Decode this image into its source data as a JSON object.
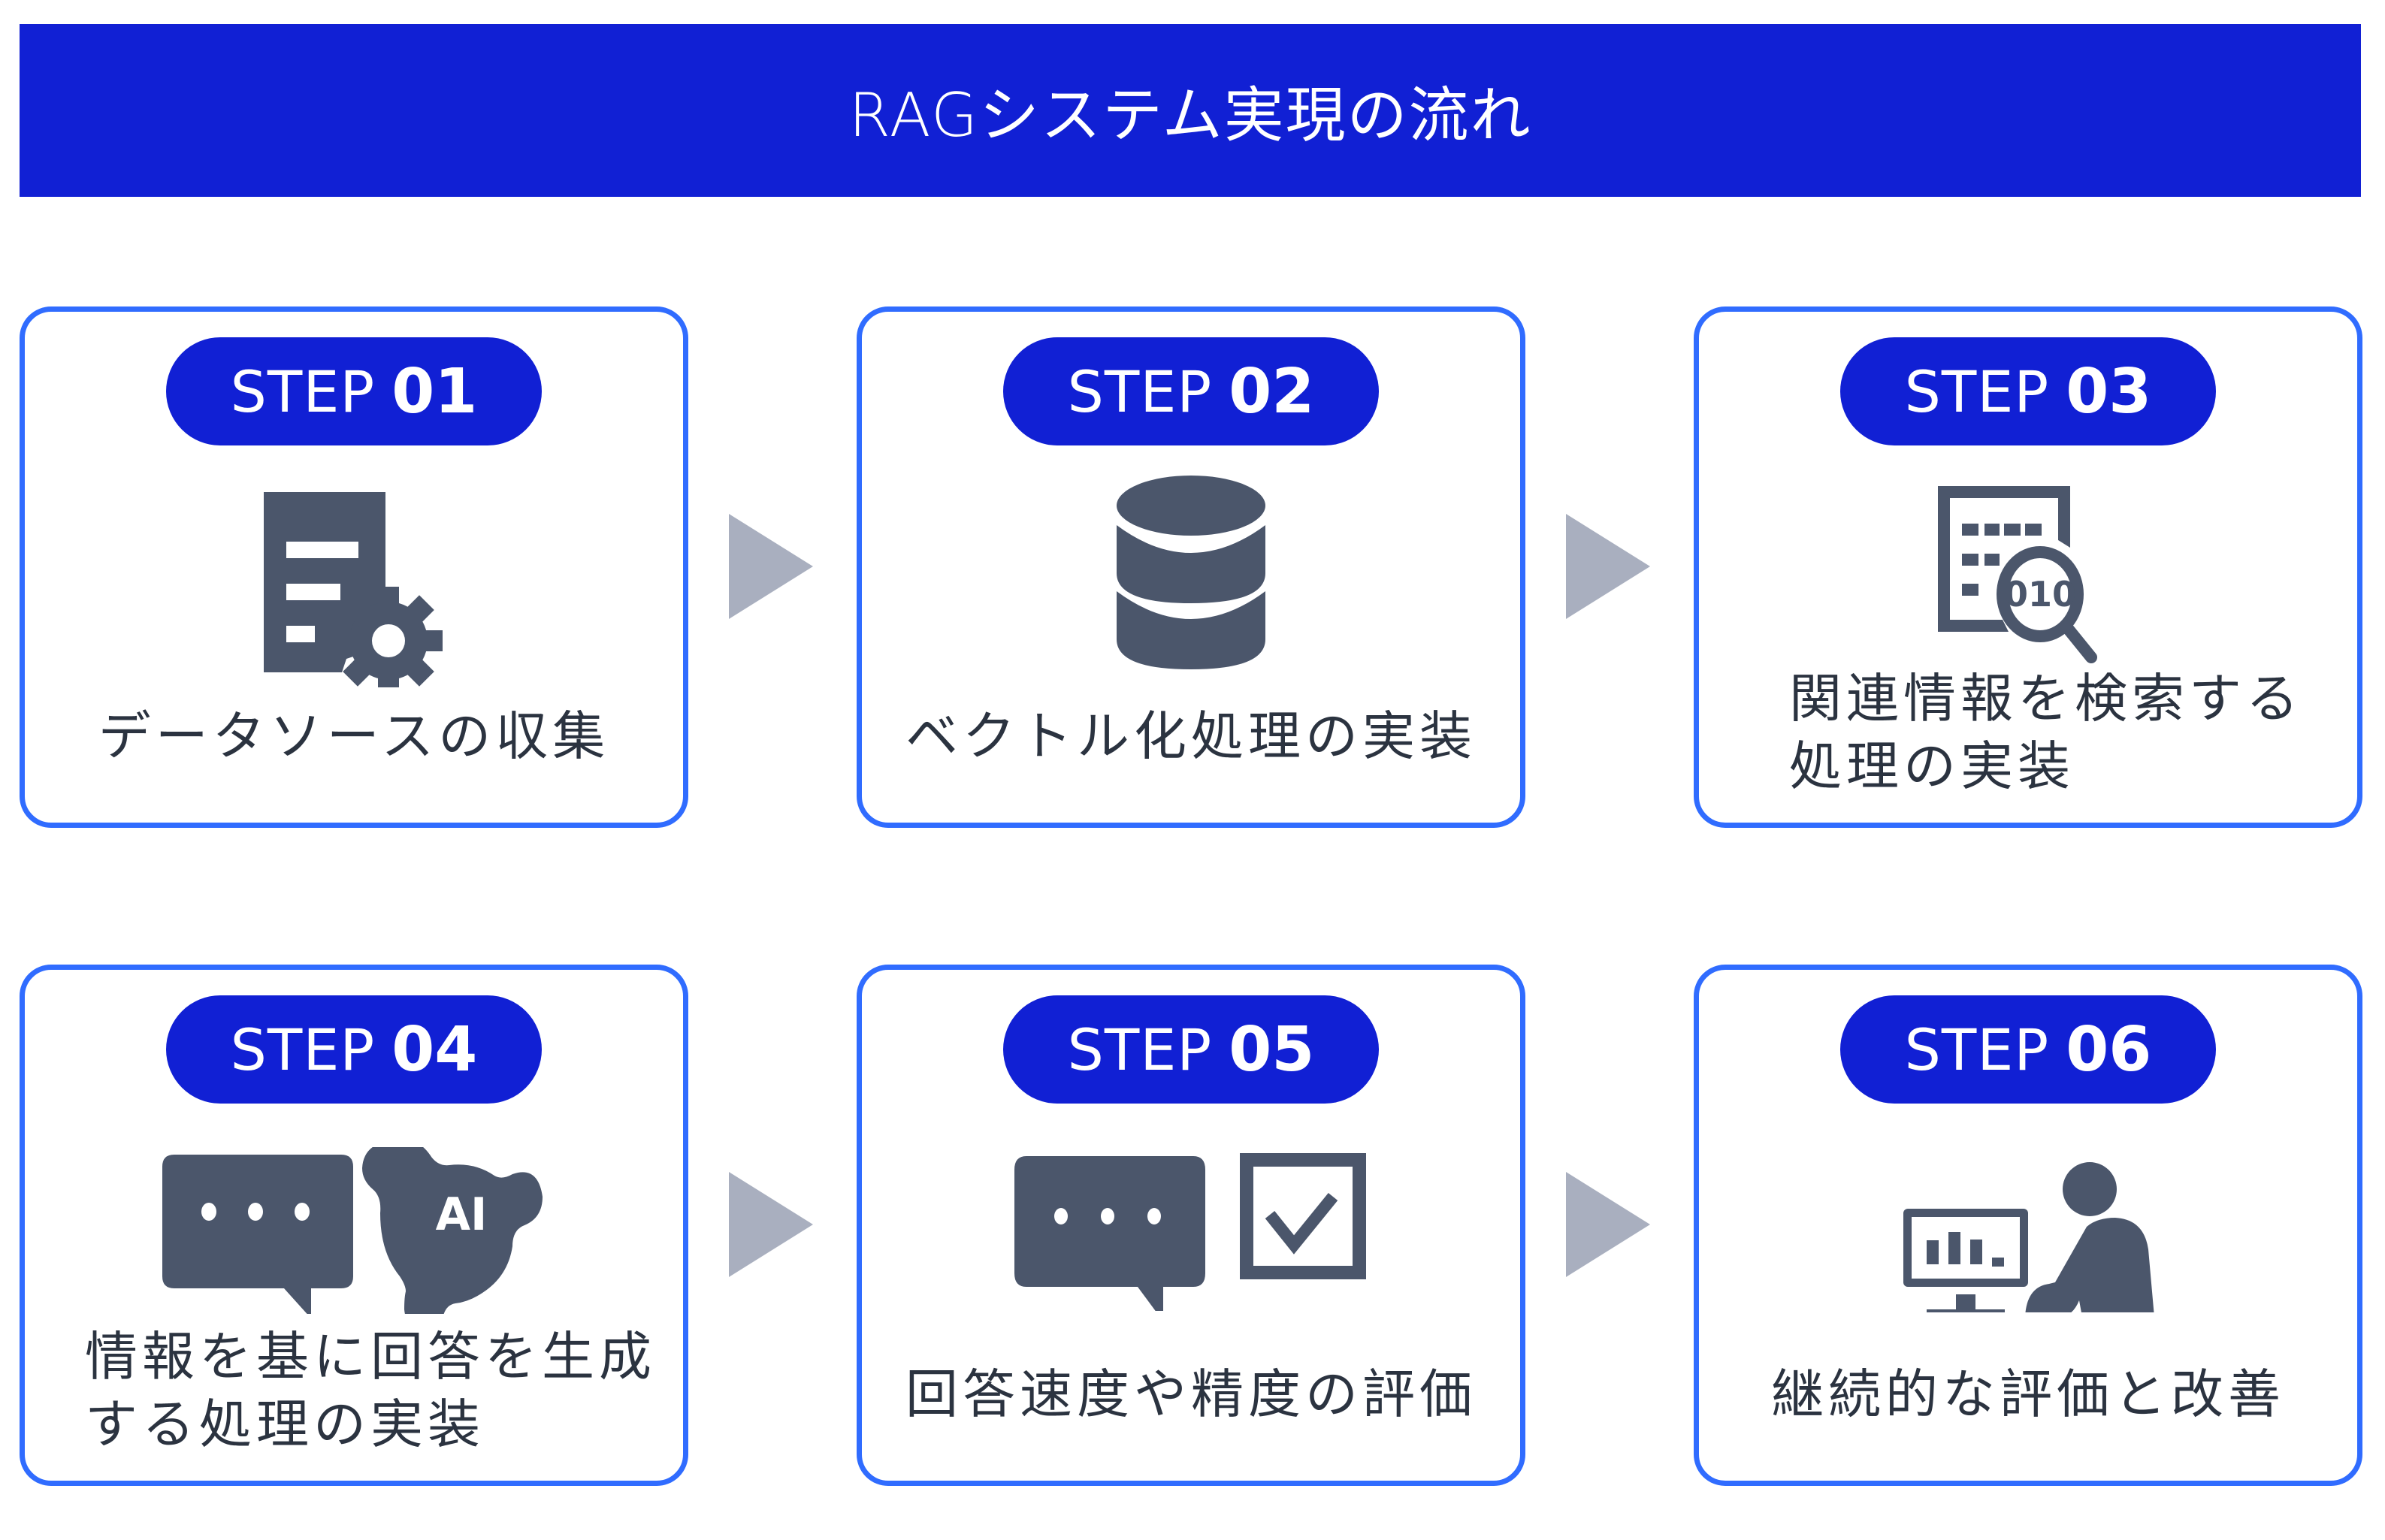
{
  "header": {
    "title": "RAGシステム実現の流れ"
  },
  "colors": {
    "header_bg": "#1120d4",
    "badge_bg": "#1120d4",
    "card_border": "#306cff",
    "icon_fill": "#4b566b",
    "arrow_fill": "#a9afbf",
    "caption_text": "#2b3340"
  },
  "steps": [
    {
      "label": "STEP",
      "number": "01",
      "icon": "document-gear-icon",
      "caption_lines": [
        "データソースの収集"
      ]
    },
    {
      "label": "STEP",
      "number": "02",
      "icon": "database-icon",
      "caption_lines": [
        "ベクトル化処理の実装"
      ]
    },
    {
      "label": "STEP",
      "number": "03",
      "icon": "data-search-icon",
      "icon_text": "010",
      "caption_lines": [
        "関連情報を検索する",
        "処理の実装"
      ]
    },
    {
      "label": "STEP",
      "number": "04",
      "icon": "chat-ai-icon",
      "icon_text": "AI",
      "caption_lines": [
        "情報を基に回答を生成",
        "する処理の実装"
      ]
    },
    {
      "label": "STEP",
      "number": "05",
      "icon": "chat-checkbox-icon",
      "caption_lines": [
        "回答速度や精度の評価"
      ]
    },
    {
      "label": "STEP",
      "number": "06",
      "icon": "person-monitor-chart-icon",
      "caption_lines": [
        "継続的な評価と改善"
      ]
    }
  ],
  "arrows": [
    {
      "from": "01",
      "to": "02",
      "icon": "arrow-right-icon"
    },
    {
      "from": "02",
      "to": "03",
      "icon": "arrow-right-icon"
    },
    {
      "from": "04",
      "to": "05",
      "icon": "arrow-right-icon"
    },
    {
      "from": "05",
      "to": "06",
      "icon": "arrow-right-icon"
    }
  ]
}
